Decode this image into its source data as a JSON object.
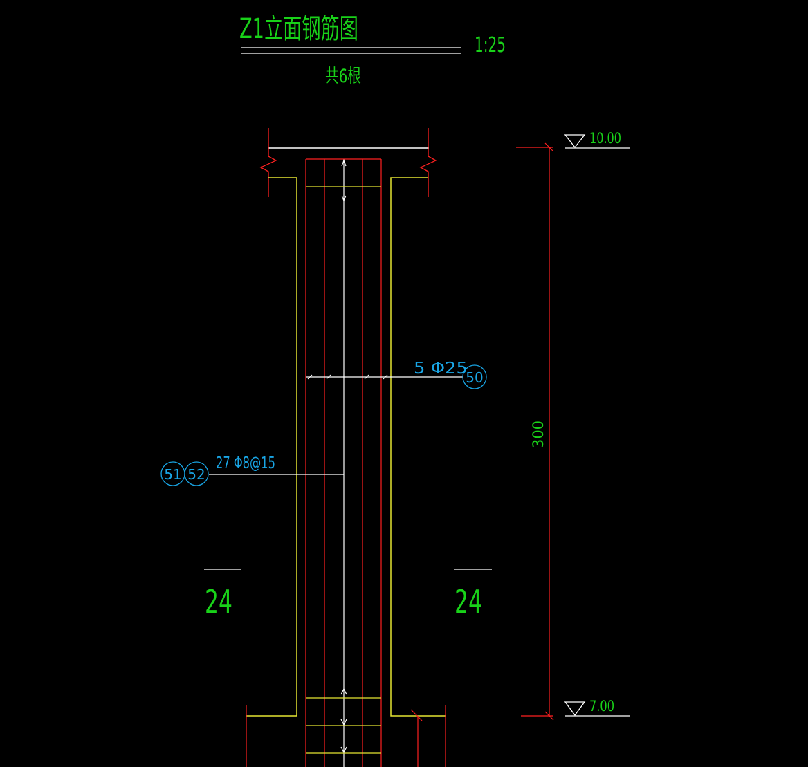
{
  "title": {
    "text": "Z1立面钢筋图",
    "scale": "1:25",
    "count": "共6根"
  },
  "elevations": {
    "top": "10.00",
    "bottom": "7.00"
  },
  "dimension": {
    "height": "300"
  },
  "rebar_callouts": {
    "main": {
      "text": "5 Φ25",
      "mark": "50"
    },
    "stirrup": {
      "text": "27 Φ8@15",
      "marks": [
        "51",
        "52"
      ]
    }
  },
  "section_marks": {
    "left": "24",
    "right": "24"
  },
  "colors": {
    "background": "#000000",
    "text_green": "#19d219",
    "text_blue": "#19a6e6",
    "rebar_red": "#ff2020",
    "outline_yellow": "#e6e632",
    "line_white": "#ffffff"
  }
}
